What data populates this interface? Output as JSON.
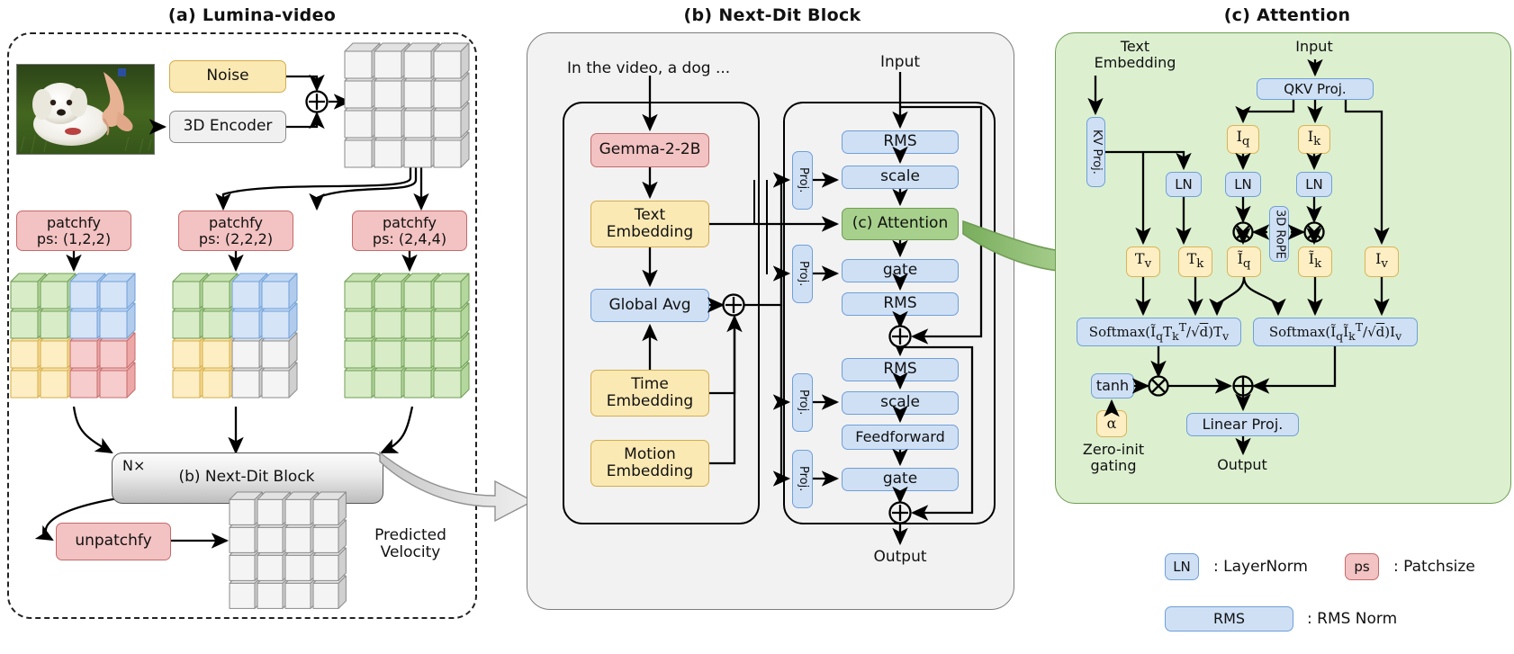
{
  "panels": {
    "a": {
      "title": "(a) Lumina-video"
    },
    "b": {
      "title": "(b) Next-Dit Block"
    },
    "c": {
      "title": "(c) Attention"
    }
  },
  "panel_a": {
    "image_alt": "white puppy on grass with a hand",
    "noise": "Noise",
    "encoder": "3D Encoder",
    "plus": "⊕",
    "patchfy": [
      {
        "name": "patchfy",
        "ps": "ps: (1,2,2)"
      },
      {
        "name": "patchfy",
        "ps": "ps: (2,2,2)"
      },
      {
        "name": "patchfy",
        "ps": "ps: (2,4,4)"
      }
    ],
    "repeat_label": "N×",
    "block_label": "(b) Next-Dit Block",
    "unpatchfy": "unpatchfy",
    "output_label_line1": "Predicted",
    "output_label_line2": "Velocity"
  },
  "panel_b": {
    "prompt": "In the video, a dog ...",
    "input": "Input",
    "output": "Output",
    "gemma": "Gemma-2-2B",
    "text_embedding_l1": "Text",
    "text_embedding_l2": "Embedding",
    "global_avg": "Global Avg",
    "time_embedding_l1": "Time",
    "time_embedding_l2": "Embedding",
    "motion_embedding_l1": "Motion",
    "motion_embedding_l2": "Embedding",
    "proj": "Proj.",
    "rms": "RMS",
    "scale": "scale",
    "gate": "gate",
    "attention": "(c) Attention",
    "feedforward": "Feedforward",
    "plus": "⊕",
    "right_column": [
      "RMS",
      "scale",
      "(c) Attention",
      "gate",
      "RMS",
      "RMS",
      "scale",
      "Feedforward",
      "gate"
    ]
  },
  "panel_c": {
    "text_embedding_l1": "Text",
    "text_embedding_l2": "Embedding",
    "input": "Input",
    "output": "Output",
    "kv_proj": "KV Proj.",
    "qkv_proj": "QKV Proj.",
    "ln": "LN",
    "rope": "3D RoPE",
    "iq": "I_q",
    "ik": "I_k",
    "tv": "T_v",
    "tk": "T_k",
    "iq_tilde": "Ĩ_q",
    "ik_tilde": "Ĩ_k",
    "iv": "I_v",
    "softmax_text": "Softmax(Ĩ_q T_kᵀ / √d) T_v",
    "softmax_img": "Softmax(Ĩ_q Ĩ_kᵀ / √d) I_v",
    "tanh": "tanh",
    "alpha": "α",
    "zero_init_l1": "Zero-init",
    "zero_init_l2": "gating",
    "linear_proj": "Linear Proj.",
    "times": "⊗",
    "plus": "⊕"
  },
  "legend": {
    "ln_chip": "LN",
    "ln_text": ": LayerNorm",
    "ps_chip": "ps",
    "ps_text": ": Patchsize",
    "rms_chip": "RMS",
    "rms_text": ": RMS Norm"
  },
  "colors": {
    "blue": "#cfe0f5",
    "blue_border": "#6f9fd8",
    "yellow": "#fbe9b4",
    "yellow_border": "#d4ad4a",
    "red": "#f3c2c2",
    "red_border": "#c46b6b",
    "green": "#a7d08c",
    "green_border": "#6f9c54",
    "green_panel": "#dcf0d0",
    "grey_panel": "#f2f2f2"
  }
}
